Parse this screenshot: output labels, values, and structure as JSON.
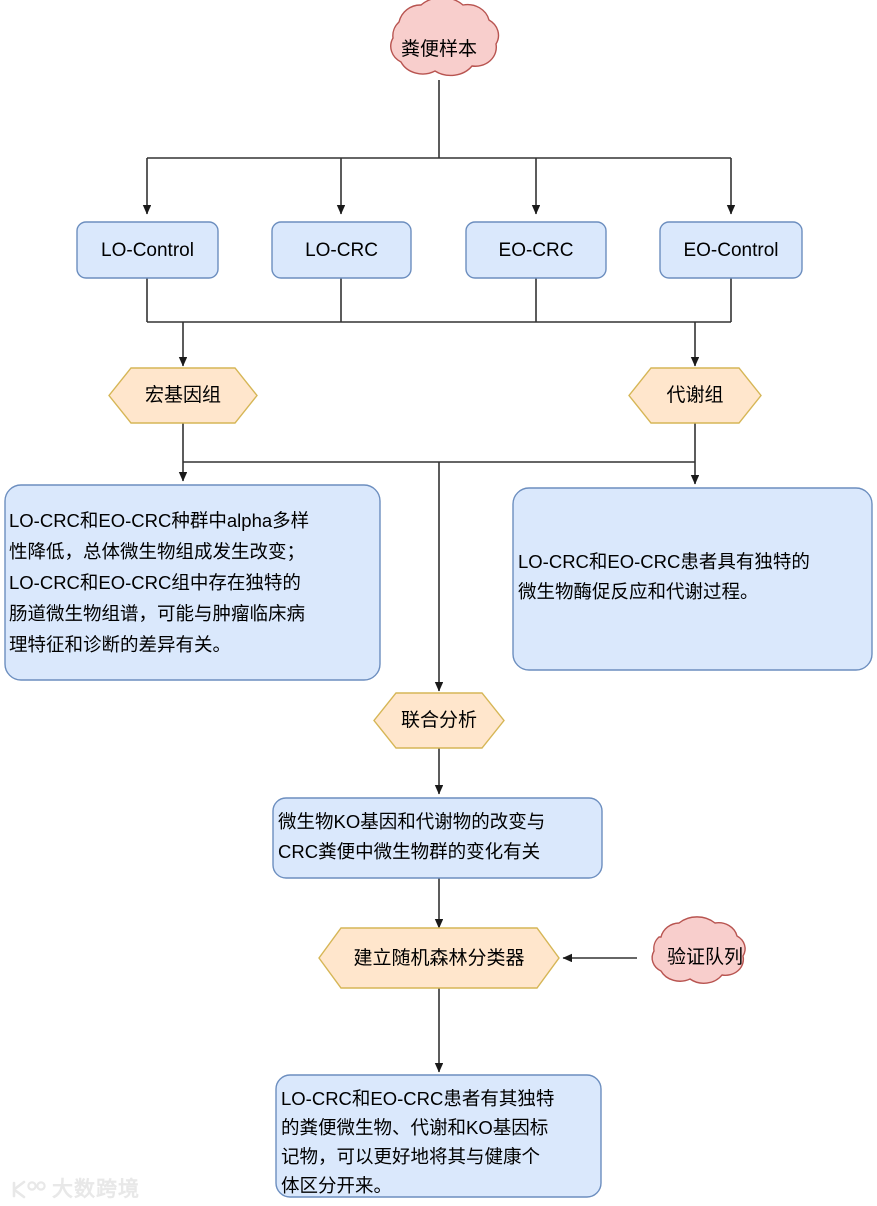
{
  "diagram": {
    "title_node": {
      "label": "粪便样本",
      "shape": "cloud",
      "fill": "#f8cecc",
      "stroke": "#b85450"
    },
    "groups": [
      {
        "label": "LO-Control",
        "shape": "rounded-rect",
        "fill": "#dae8fc",
        "stroke": "#6c8ebf"
      },
      {
        "label": "LO-CRC",
        "shape": "rounded-rect",
        "fill": "#dae8fc",
        "stroke": "#6c8ebf"
      },
      {
        "label": "EO-CRC",
        "shape": "rounded-rect",
        "fill": "#dae8fc",
        "stroke": "#6c8ebf"
      },
      {
        "label": "EO-Control",
        "shape": "rounded-rect",
        "fill": "#dae8fc",
        "stroke": "#6c8ebf"
      }
    ],
    "omics": [
      {
        "label": "宏基因组",
        "shape": "hexagon",
        "fill": "#ffe6cc",
        "stroke": "#d6b656"
      },
      {
        "label": "代谢组",
        "shape": "hexagon",
        "fill": "#ffe6cc",
        "stroke": "#d6b656"
      }
    ],
    "findings": {
      "metagenomics": {
        "lines": [
          "LO-CRC和EO-CRC种群中alpha多样",
          "性降低，总体微生物组成发生改变；",
          "LO-CRC和EO-CRC组中存在独特的",
          "肠道微生物组谱，可能与肿瘤临床病",
          "理特征和诊断的差异有关。"
        ]
      },
      "metabolomics": {
        "lines": [
          "LO-CRC和EO-CRC患者具有独特的",
          "微生物酶促反应和代谢过程。"
        ]
      }
    },
    "joint_analysis": {
      "label": "联合分析",
      "shape": "hexagon",
      "fill": "#ffe6cc",
      "stroke": "#d6b656"
    },
    "joint_result": {
      "lines": [
        "微生物KO基因和代谢物的改变与",
        "CRC粪便中微生物群的变化有关"
      ]
    },
    "classifier": {
      "label": "建立随机森林分类器",
      "shape": "hexagon",
      "fill": "#ffe6cc",
      "stroke": "#d6b656"
    },
    "validation_cohort": {
      "label": "验证队列",
      "shape": "cloud",
      "fill": "#f8cecc",
      "stroke": "#b85450"
    },
    "conclusion": {
      "lines": [
        "LO-CRC和EO-CRC患者有其独特",
        "的粪便微生物、代谢和KO基因标",
        "记物，可以更好地将其与健康个",
        "体区分开来。"
      ]
    },
    "watermark": {
      "label": "大数跨境",
      "color": "#e8e8e8"
    }
  }
}
